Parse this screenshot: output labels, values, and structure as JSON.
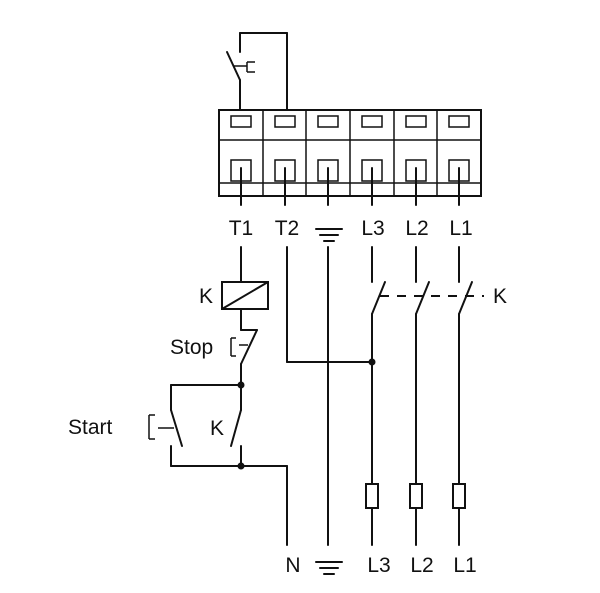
{
  "terminal_labels": {
    "t1": "T1",
    "t2": "T2",
    "l3": "L3",
    "l2": "L2",
    "l1": "L1"
  },
  "supply_labels": {
    "n": "N",
    "l3": "L3",
    "l2": "L2",
    "l1": "L1"
  },
  "components": {
    "coil_label": "K",
    "contactor_label": "K",
    "stop_label": "Stop",
    "start_label": "Start",
    "hold_contact_label": "K"
  }
}
